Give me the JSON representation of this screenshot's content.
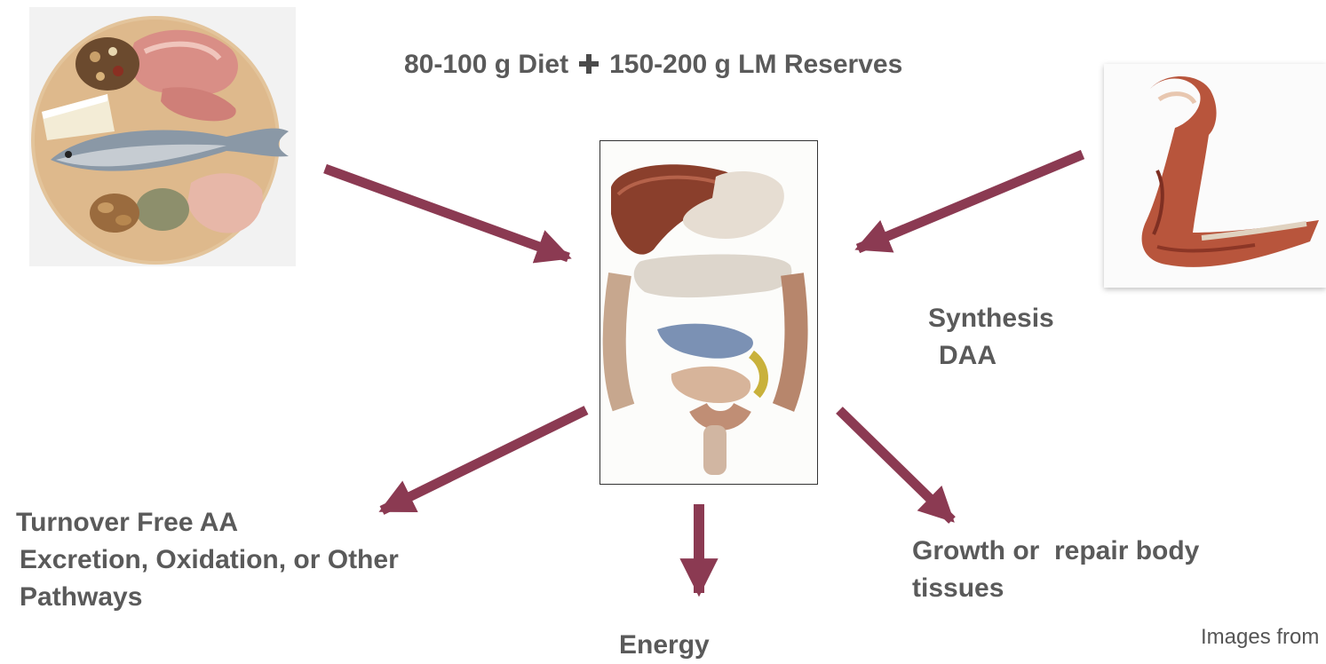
{
  "title": {
    "diet": "80-100 g Diet",
    "plus_icon": "plus-icon",
    "reserves": "150-200 g LM Reserves"
  },
  "images": {
    "food": "food-plate-image",
    "muscle": "arm-muscle-image",
    "digestive": "digestive-system-image"
  },
  "labels": {
    "synthesis": [
      "Synthesis",
      "DAA"
    ],
    "turnover": [
      "Turnover Free AA",
      "Excretion, Oxidation, or Other",
      "Pathways"
    ],
    "growth": [
      "Growth or  repair body",
      "tissues"
    ],
    "energy": "Energy"
  },
  "credit": "Images from",
  "colors": {
    "arrow": "#8b3a52",
    "text": "#5a5a5a"
  }
}
